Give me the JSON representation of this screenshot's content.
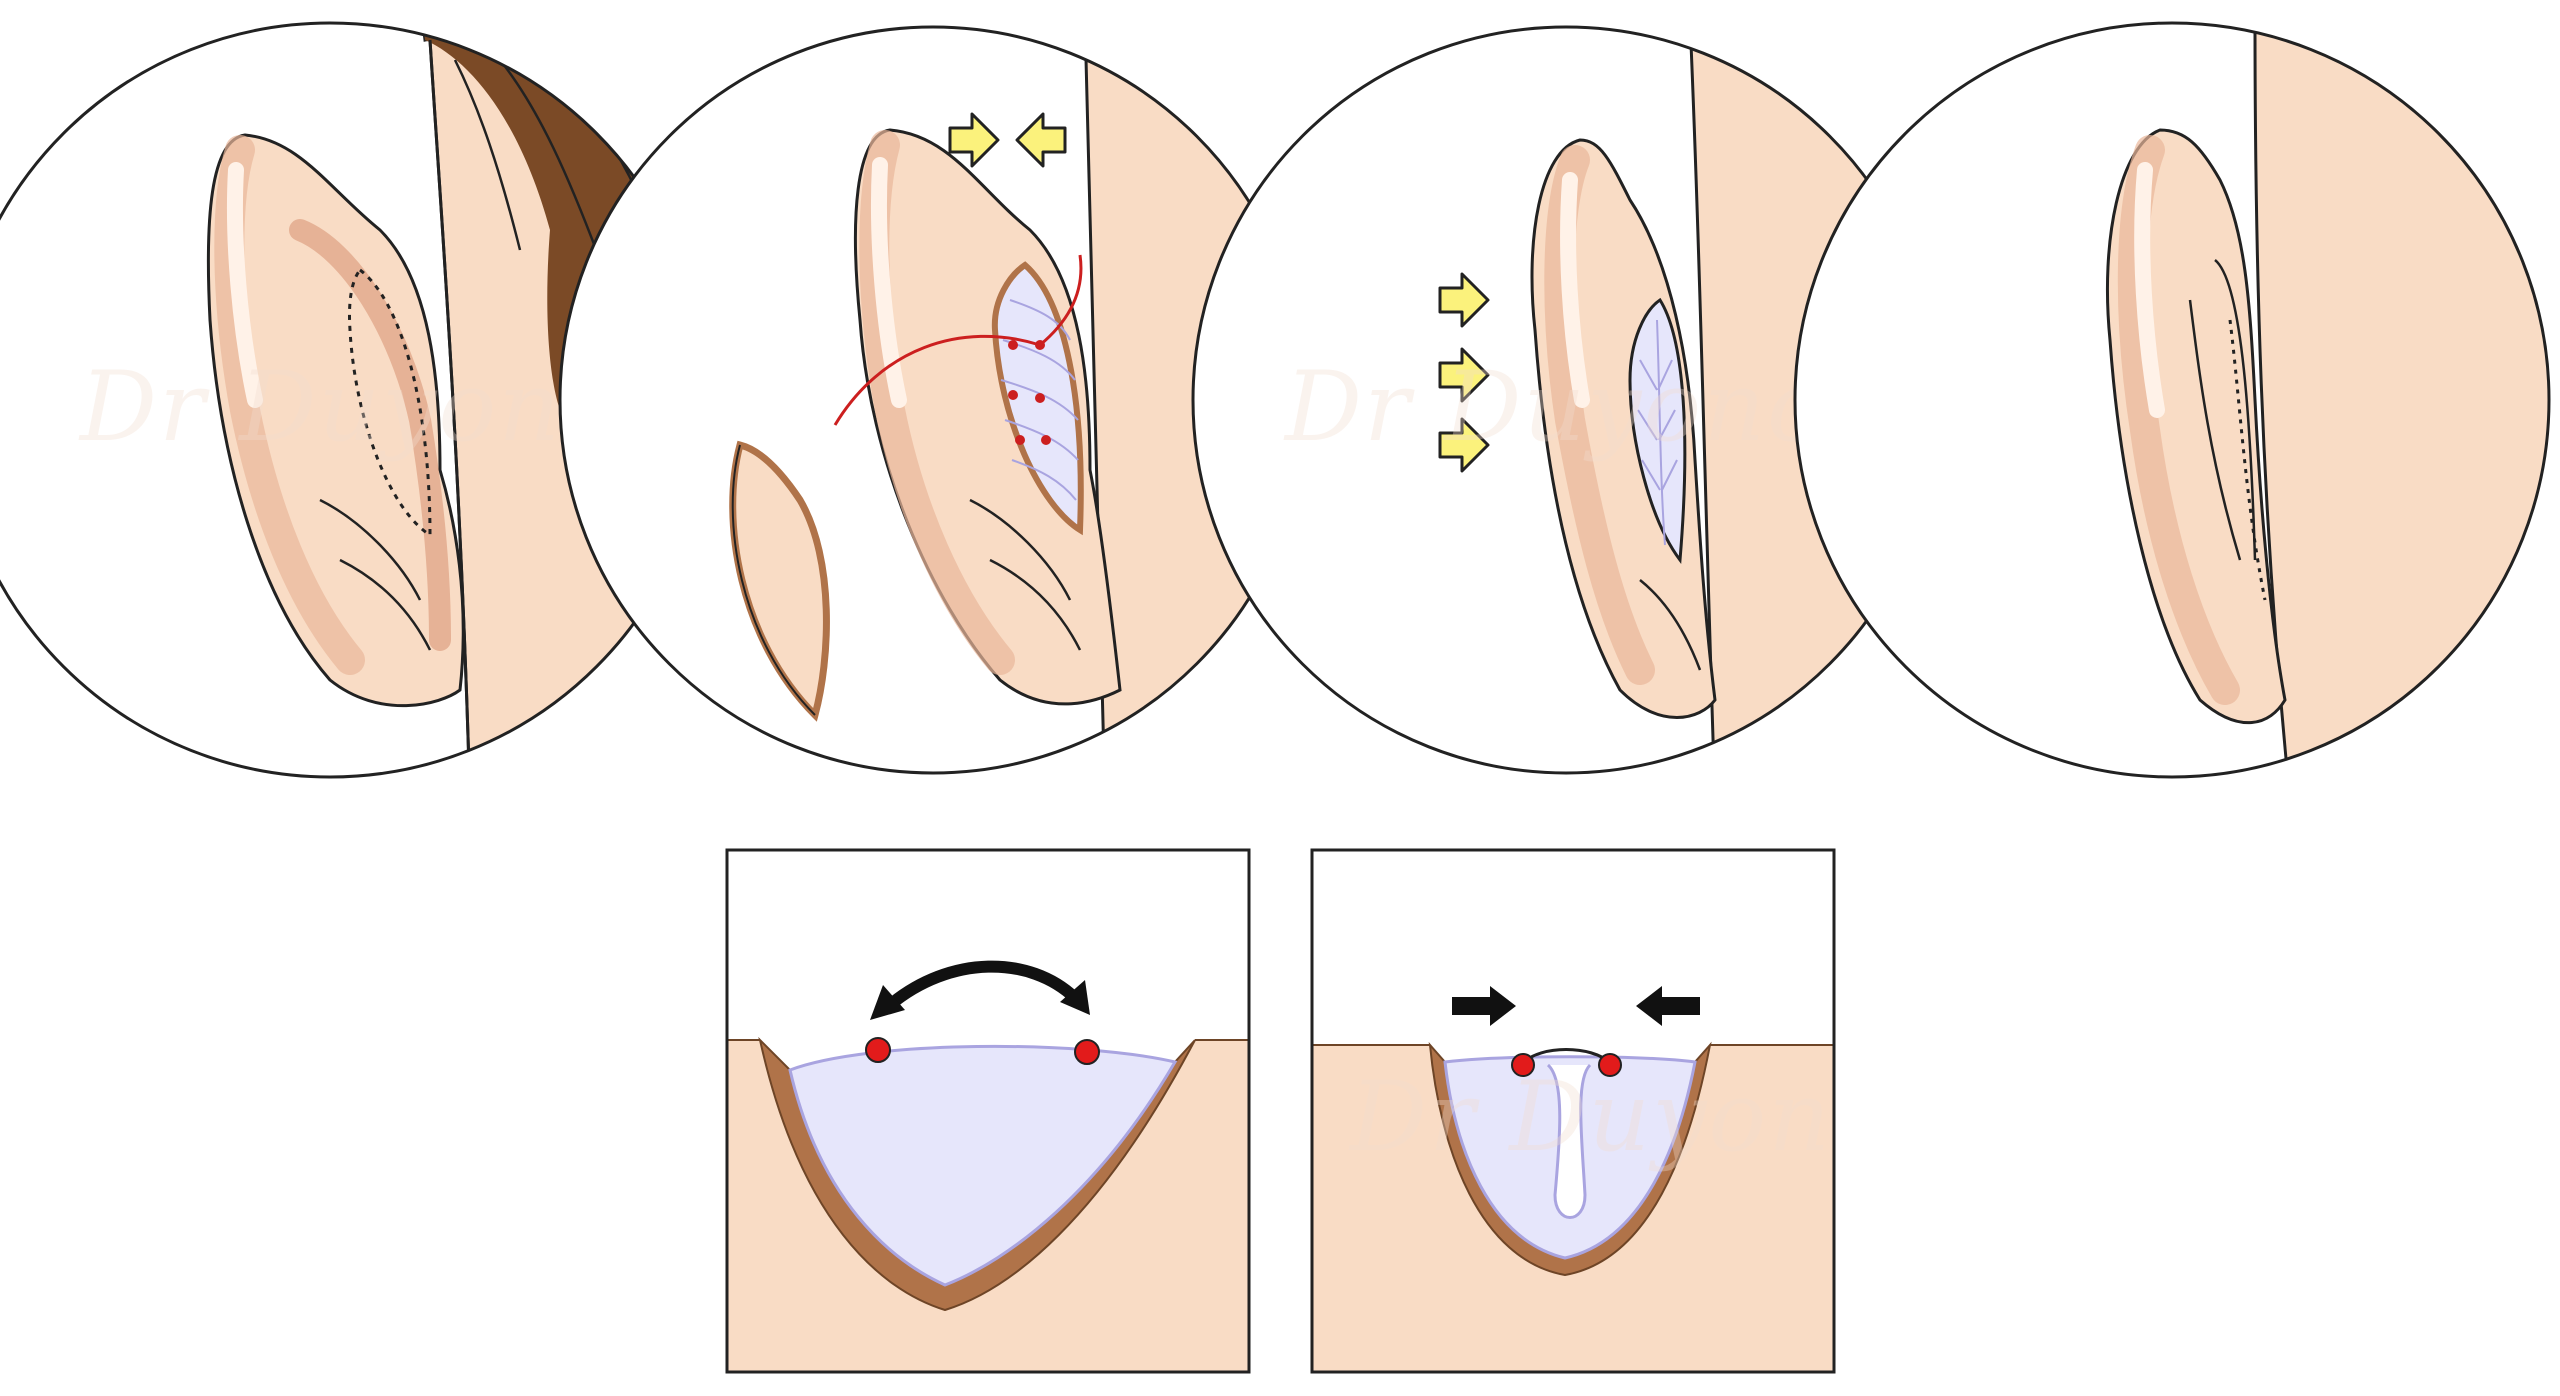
{
  "colors": {
    "skin": "#f9dcc5",
    "skin_shadow": "#eab79a",
    "skin_deep": "#d89677",
    "highlight": "#fff2e8",
    "cartilage": "#e6e6fb",
    "cartilage_line": "#a9a4e0",
    "hair": "#7b4a26",
    "flap_rim": "#b07349",
    "suture": "#cc1f1f",
    "arrow_yellow": "#fbf27c",
    "arrow_black": "#111111",
    "outline": "#222222"
  },
  "watermark": {
    "text": "Dr Duyoncquoy"
  },
  "panels": [
    {
      "name": "step-1-marked-ear",
      "icons": [
        "dotted-excision-outline"
      ]
    },
    {
      "name": "step-2-skin-excised-sutures",
      "icons": [
        "push-arrows-inward",
        "suture-thread",
        "excised-skin-flap"
      ]
    },
    {
      "name": "step-3-ear-pinned-back",
      "icons": [
        "push-arrows-right"
      ]
    },
    {
      "name": "step-4-final-result",
      "icons": [
        "dotted-scar-line"
      ]
    }
  ],
  "cross_sections": [
    {
      "name": "before-suture",
      "icons": [
        "curved-double-arrow",
        "suture-points"
      ]
    },
    {
      "name": "after-suture",
      "icons": [
        "inward-arrows",
        "tied-suture"
      ]
    }
  ]
}
